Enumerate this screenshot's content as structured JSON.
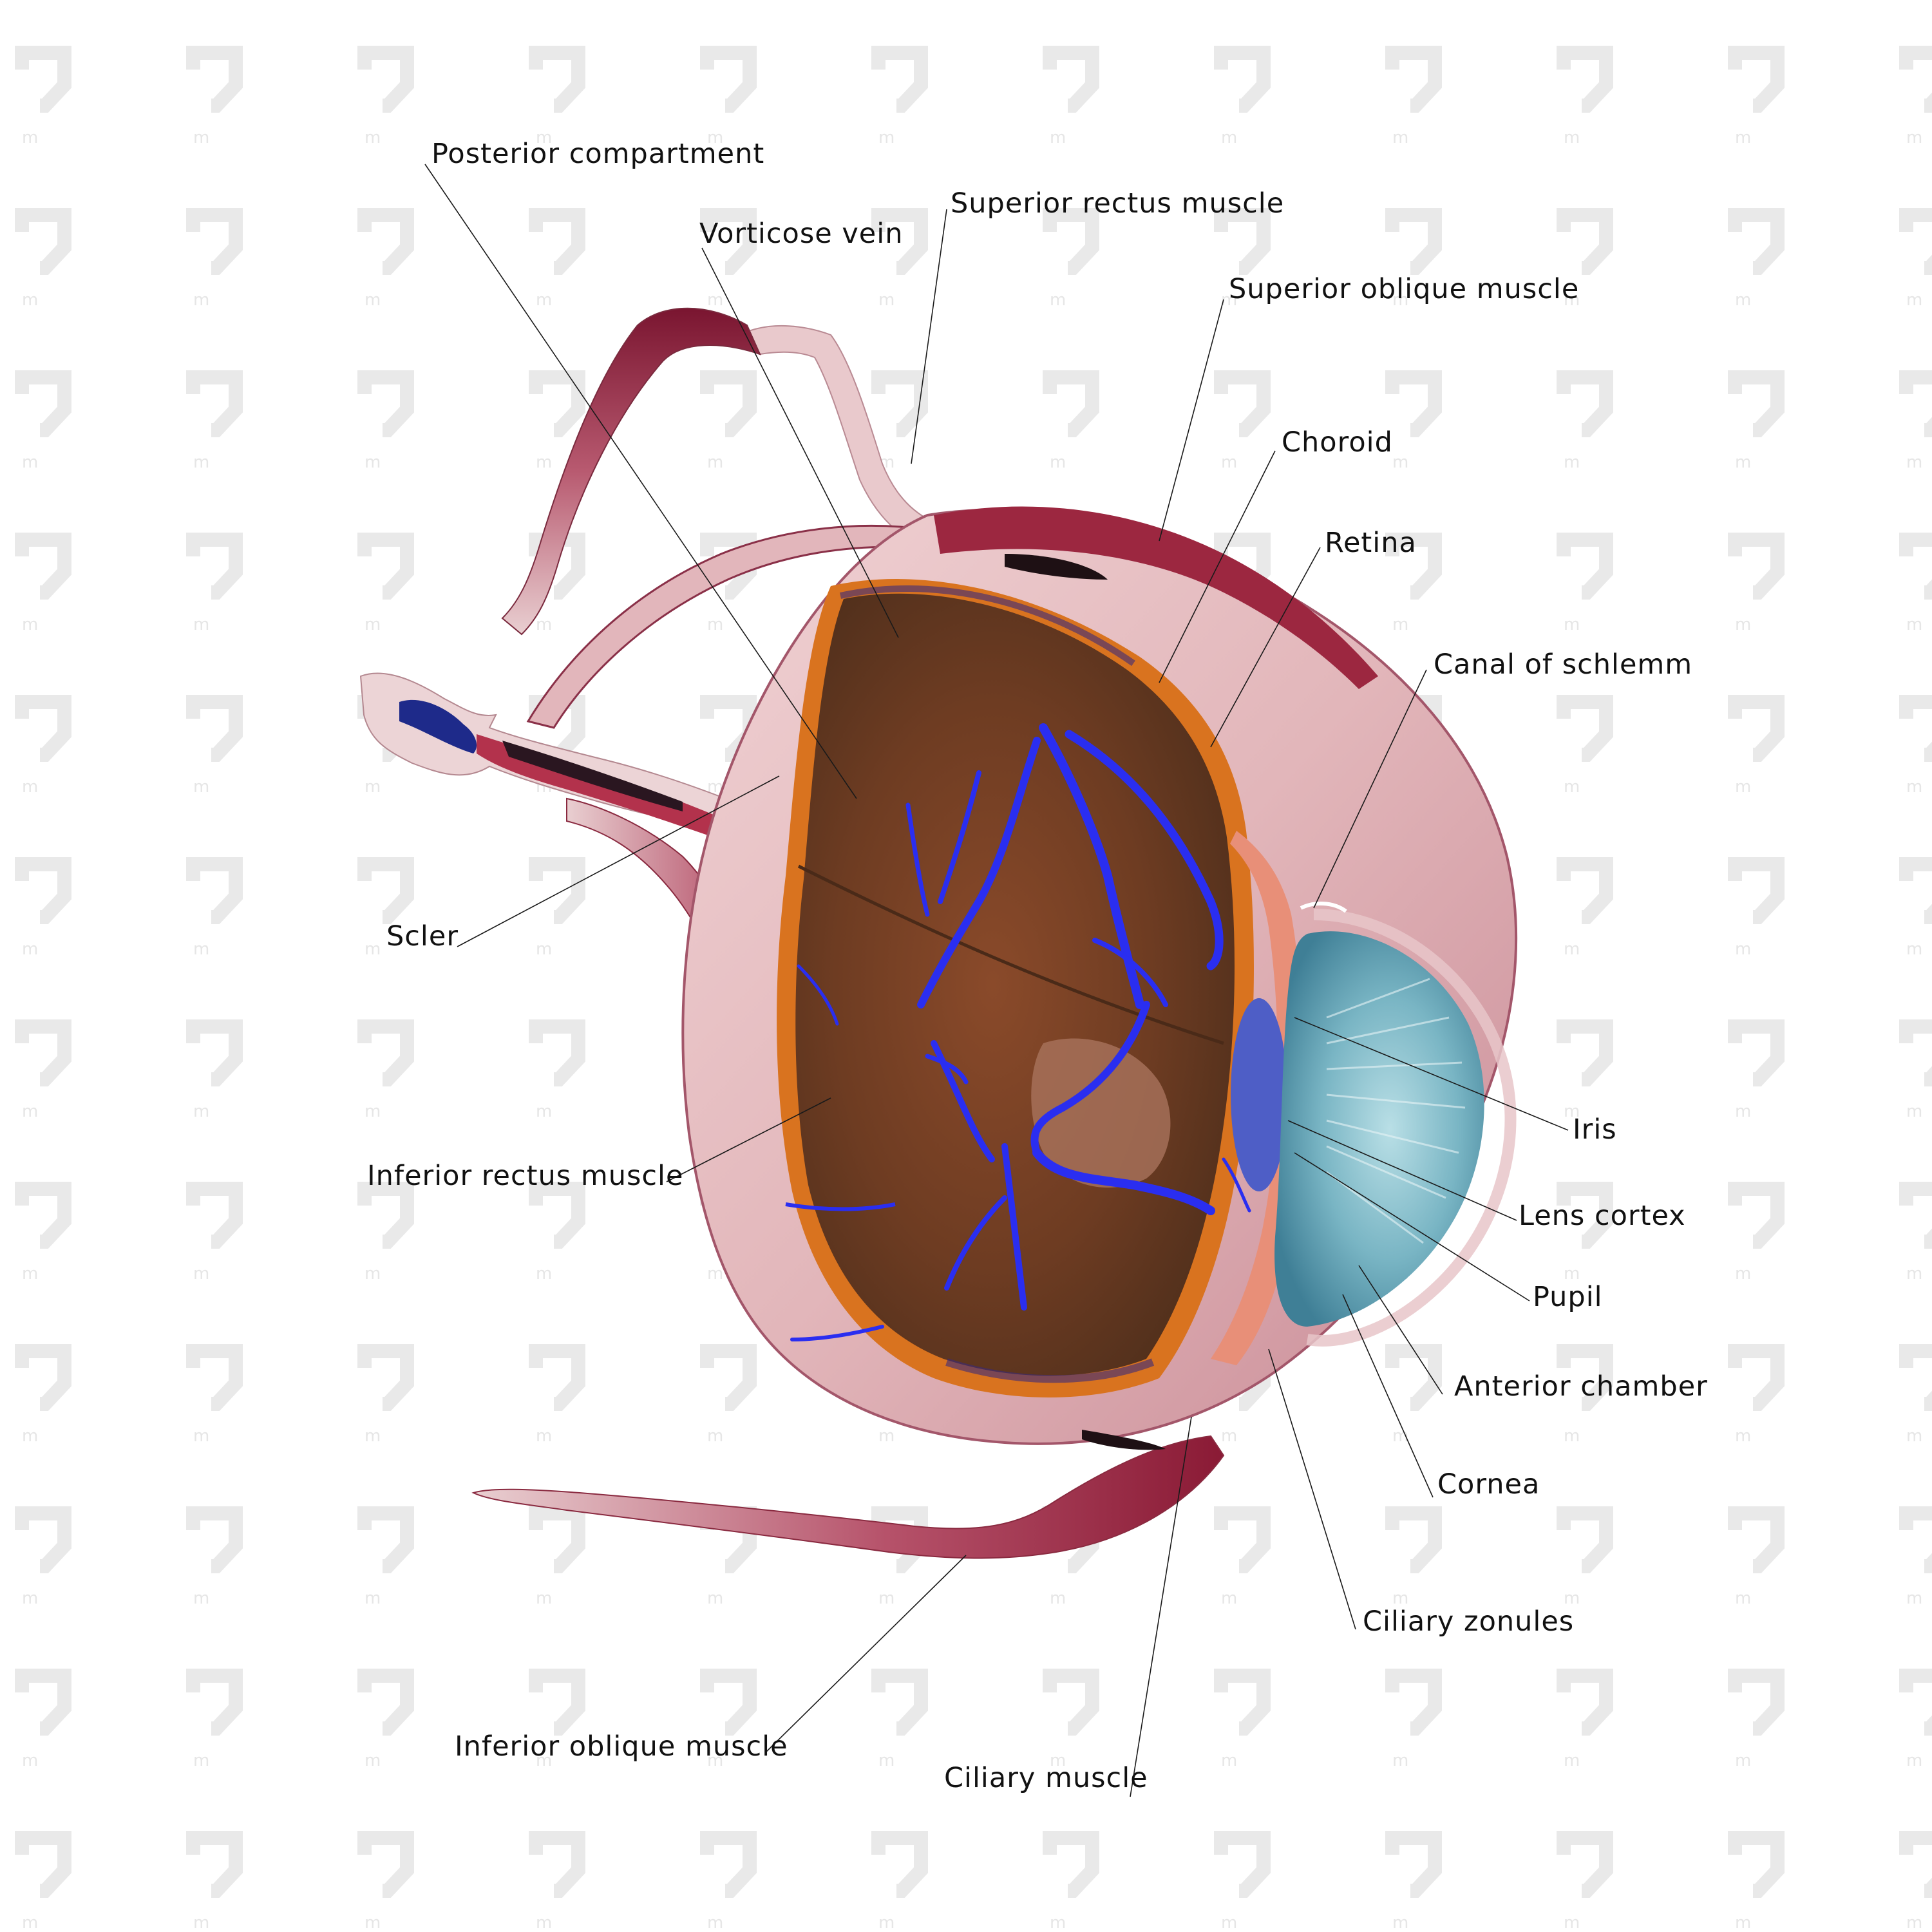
{
  "watermark": {
    "icon": "pm-logo-icon",
    "mark_text": "m",
    "color": "#e9e9e9"
  },
  "colors": {
    "muscle_dark": "#8a1a35",
    "muscle_mid": "#b8566e",
    "muscle_light": "#e7c6c8",
    "sclera": "#e4bcbf",
    "vitreous": "#6a3a22",
    "vitreous_light": "#9a5128",
    "retina_rim": "#d76a22",
    "vessel": "#2a2ef0",
    "iris": "#5fa2b6",
    "iris_light": "#a8d4dd",
    "lens": "#4e5ec6"
  },
  "labels": {
    "posterior_compartment": "Posterior compartment",
    "superior_rectus_muscle": "Superior rectus muscle",
    "vorticose_vein": "Vorticose vein",
    "superior_oblique_muscle": "Superior oblique muscle",
    "choroid": "Choroid",
    "retina": "Retina",
    "canal_of_schlemm": "Canal of schlemm",
    "scler": "Scler",
    "iris": "Iris",
    "lens_cortex": "Lens cortex",
    "pupil": "Pupil",
    "anterior_chamber": "Anterior chamber",
    "cornea": "Cornea",
    "inferior_rectus_muscle": "Inferior rectus muscle",
    "ciliary_zonules": "Ciliary zonules",
    "inferior_oblique_muscle": "Inferior oblique muscle",
    "ciliary_muscle": "Ciliary muscle"
  }
}
